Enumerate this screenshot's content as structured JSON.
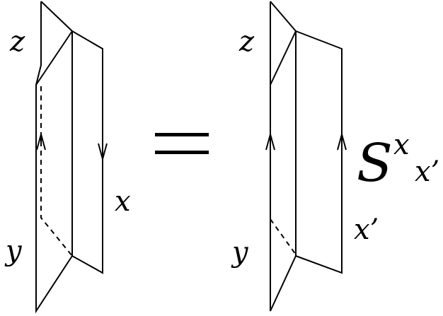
{
  "left_diagram": {
    "label_z": "z",
    "label_y": "y",
    "label_x": "x"
  },
  "equals": "=",
  "right_diagram": {
    "label_z": "z",
    "label_y": "y",
    "label_xprime": "x’",
    "symbol_S": "S",
    "sup": "x",
    "sub": "x’"
  },
  "colors": {
    "stroke": "#000000",
    "background": "#ffffff"
  }
}
